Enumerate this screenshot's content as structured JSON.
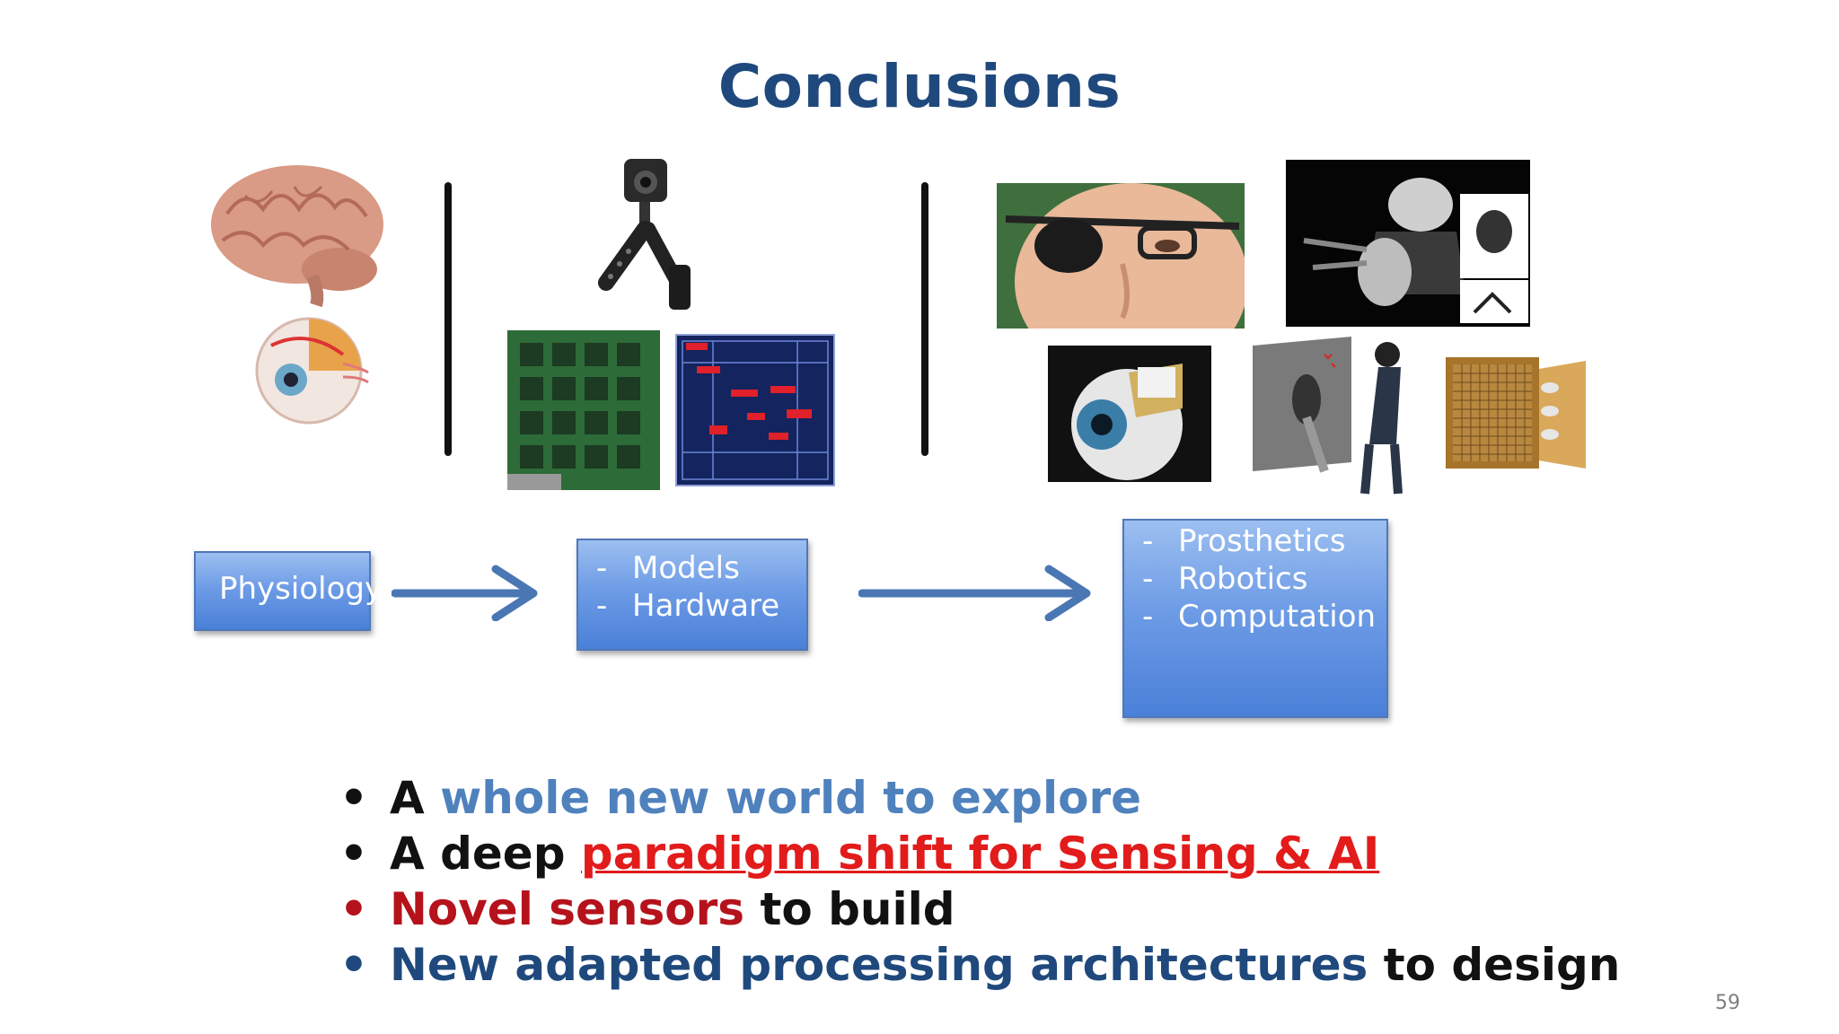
{
  "title": "Conclusions",
  "flow": {
    "box1": {
      "label": "Physiology"
    },
    "box2": {
      "items": [
        "Models",
        "Hardware"
      ]
    },
    "box3": {
      "items": [
        "Prosthetics",
        "Robotics",
        "Computation"
      ]
    }
  },
  "bullets": [
    {
      "parts": [
        {
          "text": "A ",
          "style": "dark"
        },
        {
          "text": "whole new world to explore",
          "style": "lblue"
        }
      ]
    },
    {
      "parts": [
        {
          "text": "A deep ",
          "style": "dark"
        },
        {
          "text": "paradigm shift for Sensing & AI",
          "style": "red"
        }
      ]
    },
    {
      "parts": [
        {
          "text": "Novel sensors",
          "style": "dred"
        },
        {
          "text": " to build",
          "style": "dark"
        }
      ]
    },
    {
      "parts": [
        {
          "text": "New adapted processing architectures",
          "style": "navy"
        },
        {
          "text": " to design",
          "style": "dark"
        }
      ]
    }
  ],
  "page_number": "59",
  "colors": {
    "title": "#1f497d",
    "box_fill": "#6e9ce6",
    "arrow": "#4a77b4",
    "bullet_light_blue": "#4f81bd",
    "bullet_red": "#e21b1b",
    "bullet_dark_red": "#b5121b",
    "bullet_navy": "#1f497d"
  }
}
